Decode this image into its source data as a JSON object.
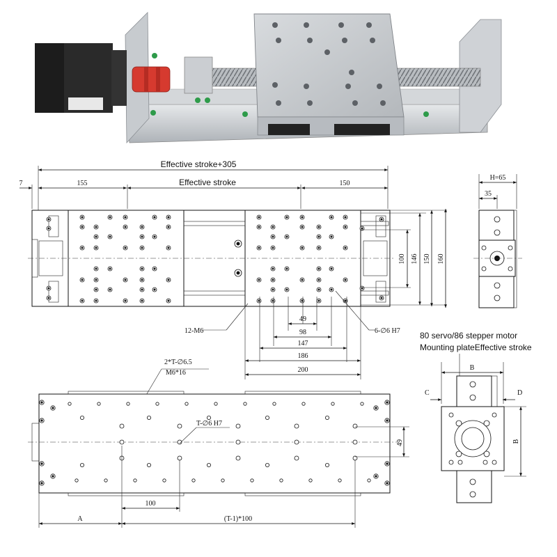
{
  "photo": {
    "label_text": ""
  },
  "top_view": {
    "dim_effective_stroke_305": "Effective stroke+305",
    "dim_effective_stroke": "Effective stroke",
    "dim_7": "7",
    "dim_155": "155",
    "dim_150_top": "150",
    "dim_100": "100",
    "dim_146": "146",
    "dim_150_right": "150",
    "dim_160": "160",
    "label_12_m6": "12-M6",
    "label_6_phi6": "6-∅6 H7",
    "dim_49": "49",
    "dim_98": "98",
    "dim_147": "147",
    "dim_186": "186",
    "dim_200": "200"
  },
  "side_view": {
    "dim_h65": "H=65",
    "dim_35": "35"
  },
  "bottom_view": {
    "label_2t": "2*T-∅6.5",
    "label_m6": "M6*16",
    "label_t_phi6": "T-∅6 H7",
    "dim_49": "49",
    "dim_100": "100",
    "dim_a": "A",
    "dim_t1_100": "(T-1)*100"
  },
  "motor_plate": {
    "title_line1": "80 servo/86 stepper motor",
    "title_line2": "Mounting plateEffective stroke",
    "dim_b_top": "B",
    "dim_c": "C",
    "dim_d": "D",
    "dim_b_right": "B"
  },
  "colors": {
    "line": "#111111",
    "metal": "#c9cdd1",
    "motor": "#1c1c1c",
    "coupler": "#d63a2f"
  }
}
